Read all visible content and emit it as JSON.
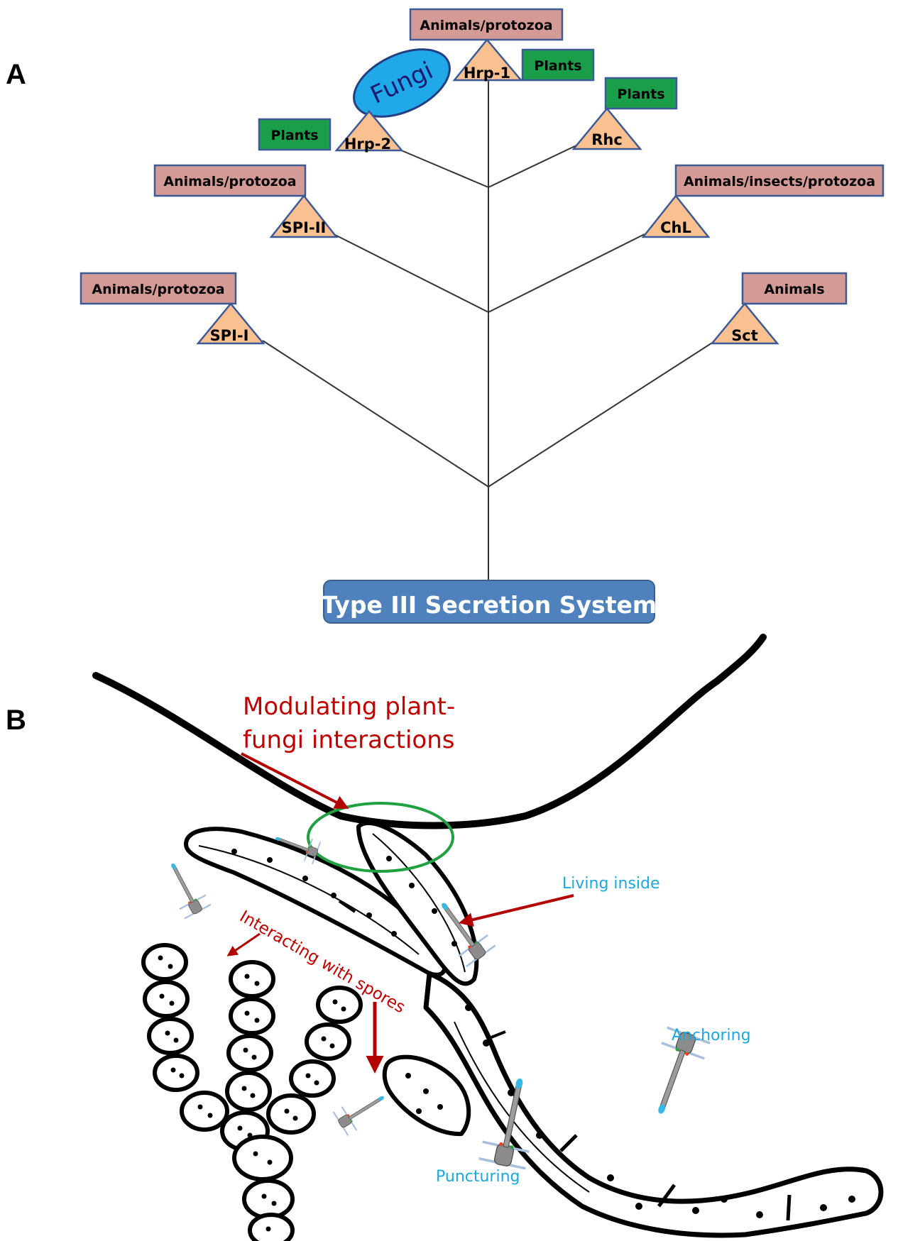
{
  "panel_a": {
    "letter": "A",
    "root": "Type III Secretion System",
    "fungi": "Fungi",
    "nodes": {
      "hrp1": "Hrp-1",
      "hrp2": "Hrp-2",
      "rhc": "Rhc",
      "spi2": "SPI-II",
      "chl": "ChL",
      "spi1": "SPI-I",
      "sct": "Sct"
    },
    "hosts": {
      "hrp1_top": "Animals/protozoa",
      "hrp1_side": "Plants",
      "hrp2": "Plants",
      "rhc": "Plants",
      "spi2": "Animals/protozoa",
      "chl": "Animals/insects/protozoa",
      "spi1": "Animals/protozoa",
      "sct": "Animals"
    }
  },
  "panel_b": {
    "letter": "B",
    "modulating_line1": "Modulating plant-",
    "modulating_line2": "fungi interactions",
    "living_inside": "Living inside",
    "interacting_with_spores": "Interacting with spores",
    "anchoring": "Anchoring",
    "puncturing": "Puncturing"
  },
  "colors": {
    "host_box_animal": "#d49a96",
    "host_box_plant": "#1a9e4a",
    "node_triangle": "#fac090",
    "shape_stroke": "#3c5a96",
    "fungi_fill": "#20a8e8",
    "root_fill": "#4f81bd",
    "red_text": "#c00000",
    "red_arrow": "#b30000",
    "blue_text": "#1ba8dc",
    "ellipse_green": "#20a040"
  }
}
